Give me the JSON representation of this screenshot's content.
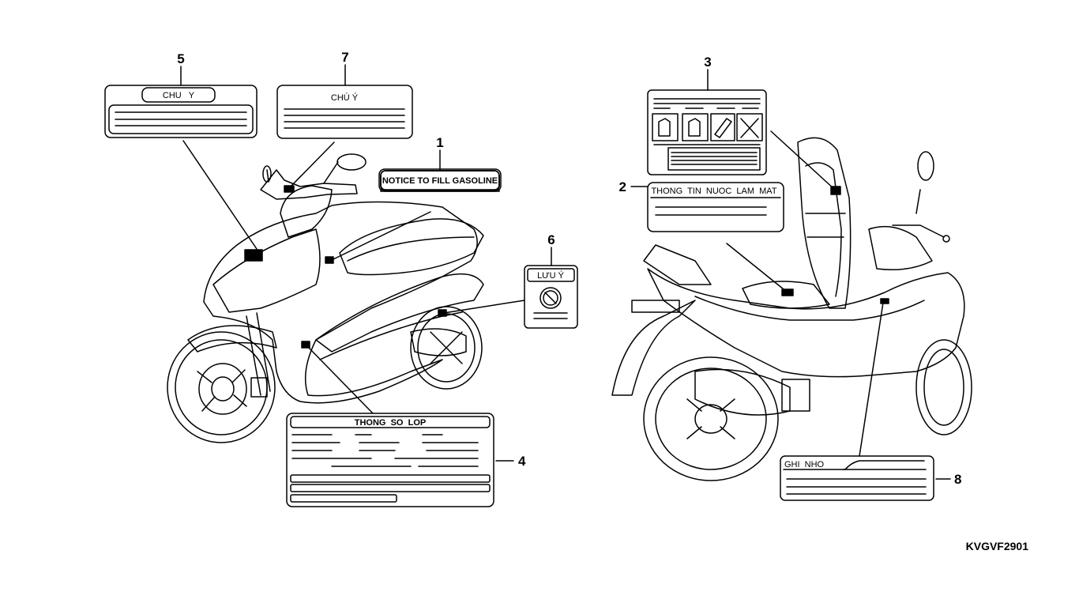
{
  "callouts": {
    "c1": "1",
    "c2": "2",
    "c3": "3",
    "c4": "4",
    "c5": "5",
    "c6": "6",
    "c7": "7",
    "c8": "8"
  },
  "labels": {
    "label5_title": "CHU   Y",
    "label7_title": "CHÚ Ý",
    "label1_title": "NOTICE TO FILL GASOLINE",
    "label6_title": "LƯU Ý",
    "label4_title": "THONG  SO  LOP",
    "label2_title": "THONG  TIN  NUOC  LAM  MAT",
    "label8_title": "GHI  NHO"
  },
  "diagram_code": "KVGVF2901"
}
